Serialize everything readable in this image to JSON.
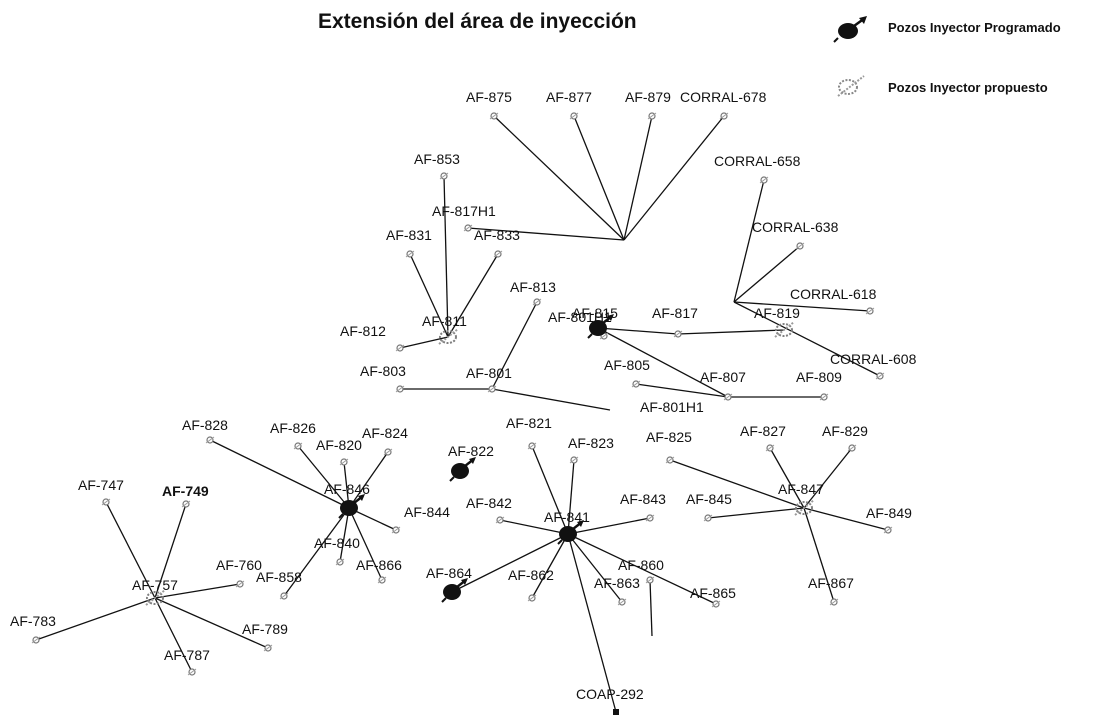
{
  "title": "Extensión del área de inyección",
  "legend": [
    {
      "label": "Pozos Inyector Programado",
      "symbol": "programado"
    },
    {
      "label": "Pozos Inyector propuesto",
      "symbol": "propuesto"
    }
  ],
  "colors": {
    "line": "#111111",
    "well_programado": "#111111",
    "well_propuesto": "#9a9a9a",
    "text": "#111111"
  },
  "wells": [
    {
      "id": "AF-875",
      "type": "well"
    },
    {
      "id": "AF-877",
      "type": "well"
    },
    {
      "id": "AF-879",
      "type": "well"
    },
    {
      "id": "CORRAL-678",
      "type": "well"
    },
    {
      "id": "CORRAL-658",
      "type": "well"
    },
    {
      "id": "CORRAL-638",
      "type": "well"
    },
    {
      "id": "CORRAL-618",
      "type": "well"
    },
    {
      "id": "CORRAL-608",
      "type": "well"
    },
    {
      "id": "AF-853",
      "type": "well"
    },
    {
      "id": "AF-817H1",
      "type": "well"
    },
    {
      "id": "AF-831",
      "type": "well"
    },
    {
      "id": "AF-833",
      "type": "well"
    },
    {
      "id": "AF-813",
      "type": "well"
    },
    {
      "id": "AF-812",
      "type": "well"
    },
    {
      "id": "AF-811",
      "type": "propuesto"
    },
    {
      "id": "AF-815",
      "type": "well"
    },
    {
      "id": "AF-801H1",
      "type": "programado"
    },
    {
      "id": "AF-817",
      "type": "well"
    },
    {
      "id": "AF-819",
      "type": "propuesto"
    },
    {
      "id": "AF-803",
      "type": "well"
    },
    {
      "id": "AF-801",
      "type": "well"
    },
    {
      "id": "AF-805",
      "type": "well"
    },
    {
      "id": "AF-807",
      "type": "well"
    },
    {
      "id": "AF-809",
      "type": "well"
    },
    {
      "id": "AF-828",
      "type": "well"
    },
    {
      "id": "AF-826",
      "type": "well"
    },
    {
      "id": "AF-820",
      "type": "well"
    },
    {
      "id": "AF-824",
      "type": "well"
    },
    {
      "id": "AF-821",
      "type": "well"
    },
    {
      "id": "AF-822",
      "type": "programado"
    },
    {
      "id": "AF-823",
      "type": "well"
    },
    {
      "id": "AF-825",
      "type": "well"
    },
    {
      "id": "AF-827",
      "type": "well"
    },
    {
      "id": "AF-829",
      "type": "well"
    },
    {
      "id": "AF-747",
      "type": "well"
    },
    {
      "id": "AF-749",
      "type": "well"
    },
    {
      "id": "AF-846",
      "type": "programado"
    },
    {
      "id": "AF-844",
      "type": "well"
    },
    {
      "id": "AF-842",
      "type": "well"
    },
    {
      "id": "AF-841",
      "type": "programado"
    },
    {
      "id": "AF-843",
      "type": "well"
    },
    {
      "id": "AF-845",
      "type": "well"
    },
    {
      "id": "AF-847",
      "type": "propuesto"
    },
    {
      "id": "AF-849",
      "type": "well"
    },
    {
      "id": "AF-760",
      "type": "well"
    },
    {
      "id": "AF-757",
      "type": "propuesto"
    },
    {
      "id": "AF-858",
      "type": "well"
    },
    {
      "id": "AF-840",
      "type": "well"
    },
    {
      "id": "AF-866",
      "type": "well"
    },
    {
      "id": "AF-864",
      "type": "programado"
    },
    {
      "id": "AF-862",
      "type": "well"
    },
    {
      "id": "AF-860",
      "type": "well"
    },
    {
      "id": "AF-863",
      "type": "well"
    },
    {
      "id": "AF-865",
      "type": "well"
    },
    {
      "id": "AF-867",
      "type": "well"
    },
    {
      "id": "AF-783",
      "type": "well"
    },
    {
      "id": "AF-789",
      "type": "well"
    },
    {
      "id": "AF-787",
      "type": "well"
    },
    {
      "id": "COAP-292",
      "type": "well"
    }
  ]
}
